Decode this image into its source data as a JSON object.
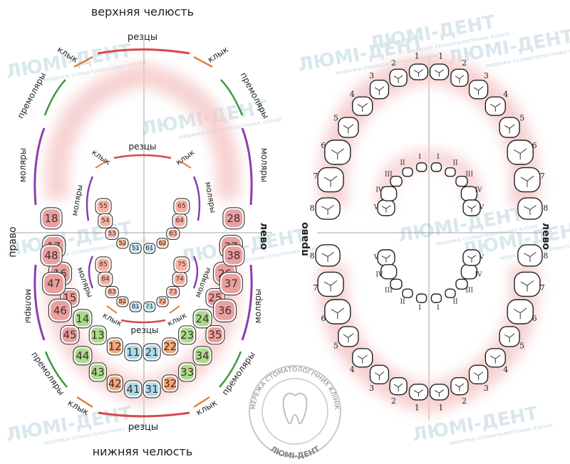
{
  "left_panel": {
    "top_title": "верхняя челюсть",
    "bottom_title": "нижняя челюсть",
    "right_side": "право",
    "left_side": "лево",
    "upper": {
      "incisors": "резцы",
      "canine_left": "клык",
      "canine_right": "клык",
      "premolars_left": "премоляры",
      "premolars_right": "премоляры",
      "molars_left": "моляры",
      "molars_right": "моляры",
      "teeth": [
        "18",
        "17",
        "16",
        "15",
        "14",
        "13",
        "12",
        "11",
        "21",
        "22",
        "23",
        "24",
        "25",
        "26",
        "27",
        "28"
      ],
      "child_incisors": "резцы",
      "child_canine_left": "клык",
      "child_canine_right": "клык",
      "child_molars_left": "моляры",
      "child_molars_right": "моляры",
      "child_teeth": [
        "55",
        "54",
        "53",
        "52",
        "51",
        "61",
        "62",
        "63",
        "64",
        "65"
      ]
    },
    "lower": {
      "incisors": "резцы",
      "canine_left": "клык",
      "canine_right": "клык",
      "premolars_left": "премоляры",
      "premolars_right": "премоляры",
      "molars_left": "моляры",
      "molars_right": "моляры",
      "teeth": [
        "48",
        "47",
        "46",
        "45",
        "44",
        "43",
        "42",
        "41",
        "31",
        "32",
        "33",
        "34",
        "35",
        "36",
        "37",
        "38"
      ],
      "child_incisors": "резцы",
      "child_canine_left": "клык",
      "child_canine_right": "клык",
      "child_molars_left": "моляры",
      "child_molars_right": "моляры",
      "child_teeth": [
        "85",
        "84",
        "83",
        "82",
        "81",
        "71",
        "72",
        "73",
        "74",
        "75"
      ]
    }
  },
  "right_panel": {
    "right_side": "право",
    "left_side": "лево",
    "upper_labels": [
      "8",
      "7",
      "6",
      "5",
      "4",
      "3",
      "2",
      "1",
      "1",
      "2",
      "3",
      "4",
      "5",
      "6",
      "7",
      "8"
    ],
    "upper_child_labels": [
      "V",
      "IV",
      "III",
      "II",
      "I",
      "I",
      "II",
      "III",
      "IV",
      "V"
    ],
    "lower_labels": [
      "8",
      "7",
      "6",
      "5",
      "4",
      "3",
      "2",
      "1",
      "1",
      "2",
      "3",
      "4",
      "5",
      "6",
      "7",
      "8"
    ],
    "lower_child_labels": [
      "V",
      "IV",
      "III",
      "II",
      "I",
      "I",
      "II",
      "III",
      "IV",
      "V"
    ]
  },
  "watermark": {
    "brand": "ЛЮМІ-ДЕНТ",
    "tagline": "мережа стоматологічних клінік",
    "seal_text": "МЕРЕЖА СТОМАТОЛОГІЧНИХ КЛІНІК",
    "seal_brand": "ЛЮМІ-ДЕНТ"
  },
  "colors": {
    "molar": "#e8a0a0",
    "premolar": "#a8dc8c",
    "canine": "#f0a878",
    "incisor": "#a8dcec",
    "child_molar": "#f4b0a0",
    "child_canine": "#f0a878",
    "child_incisor": "#a8dcec",
    "arc_incisor": "#d84848",
    "arc_canine": "#e08040",
    "arc_premolar": "#3c9c3c",
    "arc_molar": "#8c3cb4",
    "glow": "#f6c8c8"
  }
}
